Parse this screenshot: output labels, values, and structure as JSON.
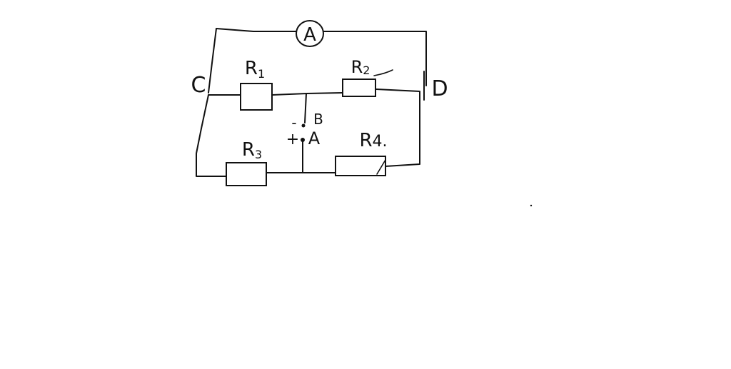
{
  "diagram": {
    "ammeter": {
      "label": "A"
    },
    "resistors": [
      {
        "id": "r1",
        "label": "R",
        "subscript": "1"
      },
      {
        "id": "r2",
        "label": "R",
        "subscript": "2"
      },
      {
        "id": "r3",
        "label": "R",
        "subscript": "3"
      },
      {
        "id": "r4",
        "label": "R",
        "subscript": "4."
      }
    ],
    "nodes": [
      {
        "id": "node-c",
        "label": "C"
      },
      {
        "id": "node-d",
        "label": "D"
      }
    ],
    "terminals": [
      {
        "id": "terminal-b",
        "label": "B",
        "polarity": "-"
      },
      {
        "id": "terminal-a",
        "label": "A",
        "polarity": "+"
      }
    ]
  }
}
